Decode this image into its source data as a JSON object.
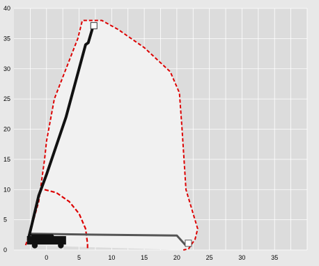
{
  "chart_data": {
    "type": "line",
    "title": "",
    "xlabel": "",
    "ylabel": "",
    "xlim": [
      -5,
      40
    ],
    "ylim": [
      0,
      40
    ],
    "x_ticks": [
      0,
      5,
      10,
      15,
      20,
      25,
      30,
      35
    ],
    "y_ticks": [
      0,
      5,
      10,
      15,
      20,
      25,
      30,
      35,
      40
    ],
    "grid": true,
    "colors": {
      "background": "#e8e8e8",
      "plot_bg": "#dcdcdc",
      "envelope_fill": "#f1f1f1",
      "grid": "#ffffff",
      "envelope_line": "#dd0000",
      "boom_raised": "#111111",
      "boom_lowered": "#555555"
    },
    "series": [
      {
        "kind": "envelope",
        "points": [
          [
            -3.2,
            0.8
          ],
          [
            -2.5,
            3
          ],
          [
            -1.2,
            8
          ],
          [
            -0.3,
            15
          ],
          [
            0,
            18
          ],
          [
            1.2,
            25
          ],
          [
            3,
            30
          ],
          [
            4.8,
            35
          ],
          [
            5.5,
            38
          ],
          [
            8.5,
            38
          ],
          [
            11,
            36.5
          ],
          [
            15,
            33.5
          ],
          [
            19,
            29.5
          ],
          [
            20.4,
            26
          ],
          [
            20.8,
            20
          ],
          [
            21.4,
            10
          ],
          [
            22.5,
            6
          ],
          [
            23.2,
            3.5
          ],
          [
            22.8,
            1.8
          ],
          [
            21.8,
            0.2
          ],
          [
            21,
            0
          ]
        ]
      },
      {
        "kind": "inner-arc",
        "points": [
          [
            -0.3,
            10
          ],
          [
            1.5,
            9.5
          ],
          [
            3.5,
            8
          ],
          [
            5,
            6
          ],
          [
            6,
            3.5
          ],
          [
            6.3,
            1
          ],
          [
            6.3,
            0
          ]
        ]
      },
      {
        "kind": "boom-raised",
        "points": [
          [
            -2.7,
            2.2
          ],
          [
            -2.3,
            4
          ],
          [
            -1.2,
            9
          ],
          [
            0,
            12.5
          ],
          [
            3,
            22
          ],
          [
            6,
            34
          ],
          [
            6.4,
            34.3
          ],
          [
            7,
            36.5
          ]
        ]
      },
      {
        "kind": "boom-lowered",
        "points": [
          [
            -2.7,
            2.7
          ],
          [
            10,
            2.5
          ],
          [
            20,
            2.4
          ],
          [
            21.5,
            0.6
          ]
        ]
      }
    ]
  }
}
